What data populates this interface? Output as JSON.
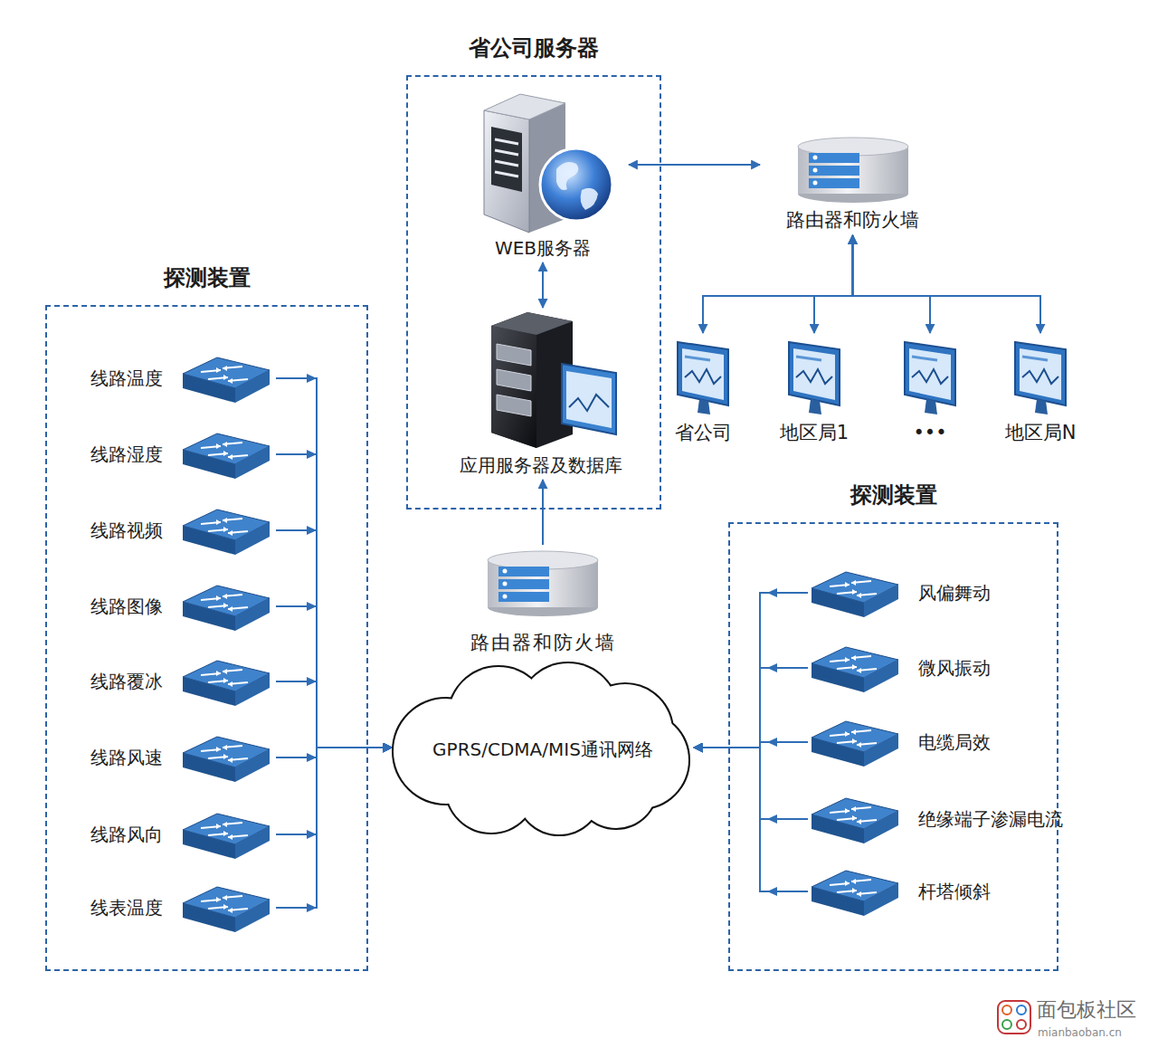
{
  "diagram": {
    "nodes": [
      {
        "text": [
          "省公司服务器"
        ]
      },
      {
        "text": [
          "WEB服务器"
        ],
        "in": 0
      },
      {
        "text": [
          "应用服务器及数据库"
        ],
        "in": 0
      },
      {
        "text": [
          "路由器和防火墙"
        ]
      },
      {
        "text": [
          "省公司"
        ]
      },
      {
        "text": [
          "地区局1"
        ]
      },
      {
        "text": [
          "•••"
        ]
      },
      {
        "text": [
          "地区局N"
        ]
      },
      {
        "text": [
          "探测装置"
        ]
      },
      {
        "text": [
          "线路温度"
        ],
        "in": 8
      },
      {
        "text": [
          "线路湿度"
        ],
        "in": 8
      },
      {
        "text": [
          "线路视频"
        ],
        "in": 8
      },
      {
        "text": [
          "线路图像"
        ],
        "in": 8
      },
      {
        "text": [
          "线路覆冰"
        ],
        "in": 8
      },
      {
        "text": [
          "线路风速"
        ],
        "in": 8
      },
      {
        "text": [
          "线路风向"
        ],
        "in": 8
      },
      {
        "text": [
          "线表温度"
        ],
        "in": 8
      },
      {
        "text": [
          "路由器和防火墙"
        ]
      },
      {
        "text": [
          "GPRS/CDMA/MIS通讯网络"
        ]
      },
      {
        "text": [
          "探测装置"
        ]
      },
      {
        "text": [
          "风偏舞动"
        ],
        "in": 19
      },
      {
        "text": [
          "微风振动"
        ],
        "in": 19
      },
      {
        "text": [
          "电缆局效"
        ],
        "in": 19
      },
      {
        "text": [
          "绝缘端子渗漏电流"
        ],
        "in": 19
      },
      {
        "text": [
          "杆塔倾斜"
        ],
        "in": 19
      }
    ],
    "edges": [
      {
        "from": 1,
        "to": 3,
        "arrow": "both"
      },
      {
        "from": 1,
        "to": 2,
        "arrow": "both"
      },
      {
        "from": 3,
        "to": 4,
        "arrow": "both"
      },
      {
        "from": 3,
        "to": 5,
        "arrow": "both"
      },
      {
        "from": 3,
        "to": 6,
        "arrow": "both"
      },
      {
        "from": 3,
        "to": 7,
        "arrow": "both"
      },
      {
        "from": 17,
        "to": 2,
        "arrow": "to"
      },
      {
        "from": 9,
        "to": 18,
        "arrow": "to"
      },
      {
        "from": 10,
        "to": 18,
        "arrow": "to"
      },
      {
        "from": 11,
        "to": 18,
        "arrow": "to"
      },
      {
        "from": 12,
        "to": 18,
        "arrow": "to"
      },
      {
        "from": 13,
        "to": 18,
        "arrow": "to"
      },
      {
        "from": 14,
        "to": 18,
        "arrow": "to"
      },
      {
        "from": 15,
        "to": 18,
        "arrow": "to"
      },
      {
        "from": 16,
        "to": 18,
        "arrow": "to"
      },
      {
        "from": 20,
        "to": 18,
        "arrow": "to"
      },
      {
        "from": 21,
        "to": 18,
        "arrow": "to"
      },
      {
        "from": 22,
        "to": 18,
        "arrow": "to"
      },
      {
        "from": 23,
        "to": 18,
        "arrow": "to"
      },
      {
        "from": 24,
        "to": 18,
        "arrow": "to"
      }
    ],
    "labels": [
      "面包板社区",
      "mianbaoban.cn"
    ]
  }
}
